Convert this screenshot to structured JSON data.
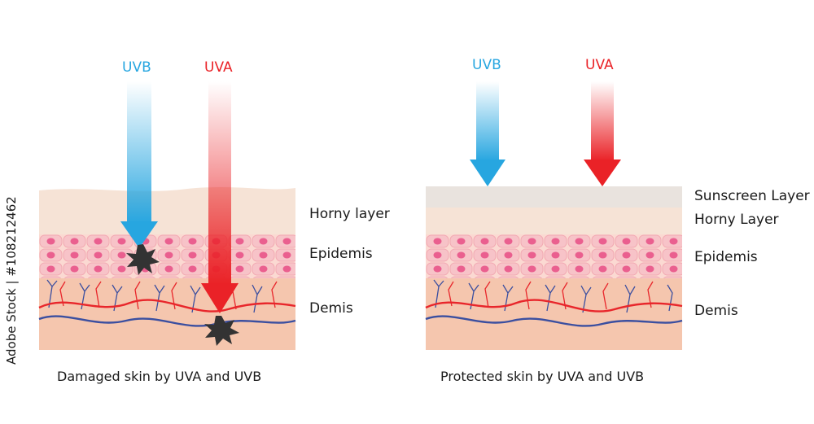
{
  "colors": {
    "uvb": "#27a6e0",
    "uva": "#ea2227",
    "horny": "#f6e3d6",
    "epidermis": "#fbd9d2",
    "cell": "#f7bfc4",
    "nucleus": "#ea5f8f",
    "dermis": "#f5c6ae",
    "sunscreen": "#e9e3de",
    "artery": "#e8262b",
    "vein": "#3b4fa0",
    "damage": "#333333"
  },
  "left_panel": {
    "uvb_label": "UVB",
    "uva_label": "UVA",
    "layer_horny": "Horny layer",
    "layer_epidermis": "Epidemis",
    "layer_dermis": "Demis",
    "caption": "Damaged skin by UVA and UVB"
  },
  "right_panel": {
    "uvb_label": "UVB",
    "uva_label": "UVA",
    "layer_sunscreen": "Sunscreen Layer",
    "layer_horny": "Horny Layer",
    "layer_epidermis": "Epidemis",
    "layer_dermis": "Demis",
    "caption": "Protected skin by UVA and UVB"
  },
  "stock_id": "Adobe Stock | #108212462"
}
